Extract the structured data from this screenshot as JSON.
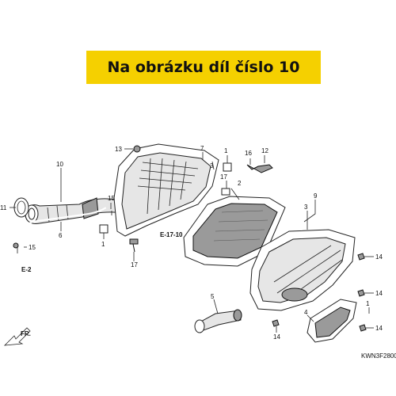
{
  "banner": {
    "title": "Na obrázku díl číslo 10",
    "color": "#f5d000"
  },
  "callouts": {
    "c1a": "1",
    "c1b": "1",
    "c1c": "1",
    "c2": "2",
    "c3a": "3",
    "c3b": "3",
    "c4": "4",
    "c5": "5",
    "c6": "6",
    "c7": "7",
    "c9": "9",
    "c10": "10",
    "c11": "11",
    "c12": "12",
    "c13": "13",
    "c14a": "14",
    "c14b": "14",
    "c14c": "14",
    "c14d": "14",
    "c15a": "15",
    "c15b": "15",
    "c16": "16",
    "c17a": "17",
    "c17b": "17"
  },
  "references": {
    "ref_e17": "E-17-10",
    "ref_e2": "E-2",
    "front": "FR."
  },
  "diagram_code": "KWN3F2800"
}
